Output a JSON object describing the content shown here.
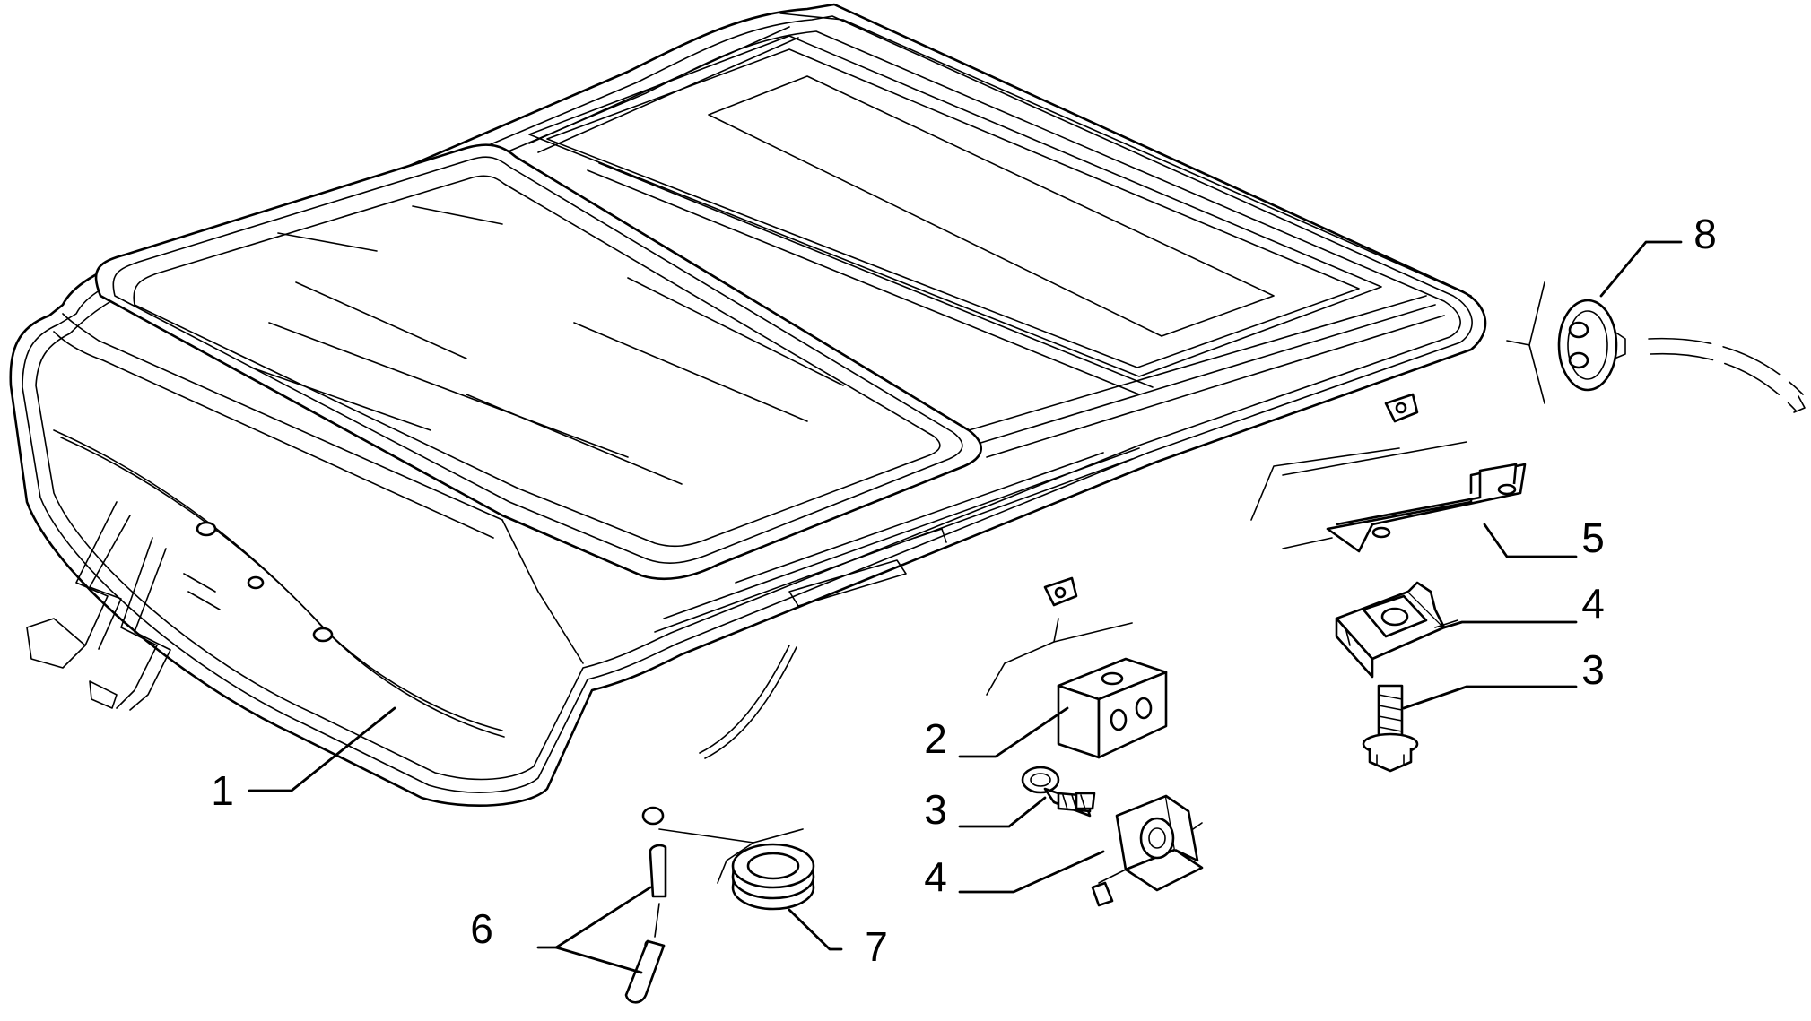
{
  "callouts": [
    {
      "id": "c1",
      "label": "1"
    },
    {
      "id": "c2",
      "label": "2"
    },
    {
      "id": "c3a",
      "label": "3"
    },
    {
      "id": "c3b",
      "label": "3"
    },
    {
      "id": "c4a",
      "label": "4"
    },
    {
      "id": "c4b",
      "label": "4"
    },
    {
      "id": "c5",
      "label": "5"
    },
    {
      "id": "c6",
      "label": "6"
    },
    {
      "id": "c7",
      "label": "7"
    },
    {
      "id": "c8",
      "label": "8"
    }
  ],
  "colors": {
    "line": "#000000",
    "background": "#ffffff"
  }
}
